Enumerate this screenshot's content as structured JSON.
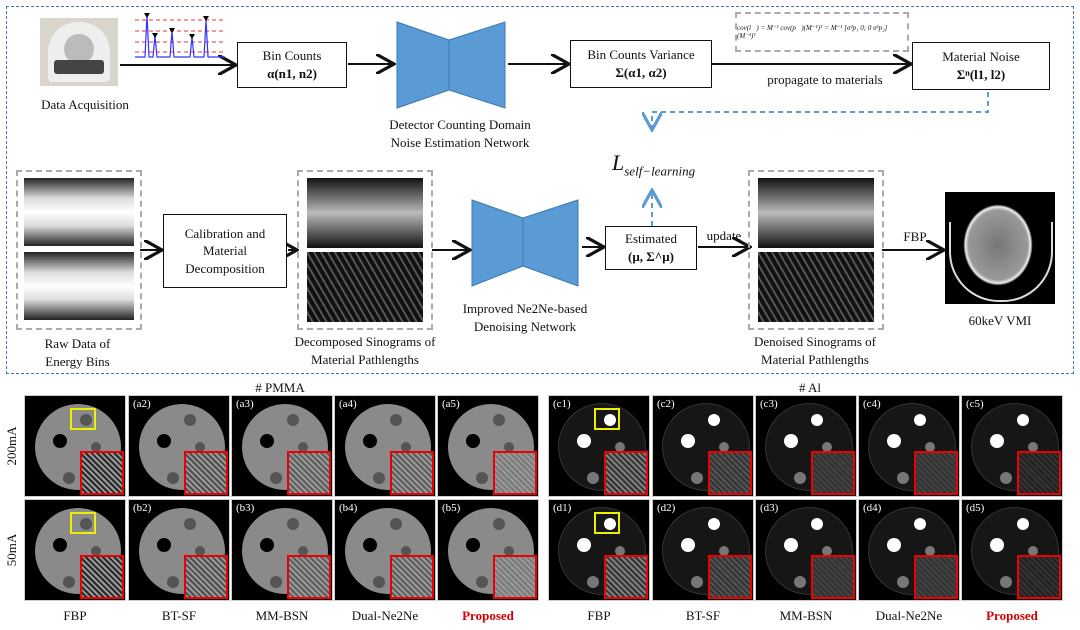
{
  "pipeline": {
    "data_acquisition": "Data Acquisition",
    "bin_counts": {
      "title": "Bin Counts",
      "symbol": "α(n1, n2)"
    },
    "network1": {
      "line1": "Detector Counting Domain",
      "line2": "Noise Estimation Network"
    },
    "bin_counts_variance": {
      "title": "Bin Counts Variance",
      "symbol": "Σ(α1, α2)"
    },
    "formula": "cov(l⃗) = M⁻¹ cov(p⃗)(M⁻¹)ᵀ = M⁻¹ [σ²p₁ 0; 0 σ²p₂] (M⁻¹)ᵀ",
    "propagate": "propagate to materials",
    "material_noise": {
      "title": "Material Noise",
      "symbol": "Σⁿ(l1, l2)"
    },
    "loss": {
      "main": "L",
      "sub": "self−learning"
    },
    "raw_data": {
      "line1": "Raw Data of",
      "line2": "Energy Bins"
    },
    "calibration": {
      "line1": "Calibration and",
      "line2": "Material",
      "line3": "Decomposition"
    },
    "decomposed": {
      "line1": "Decomposed Sinograms of",
      "line2": "Material Pathlengths"
    },
    "network2": {
      "line1": "Improved Ne2Ne-based",
      "line2": "Denoising Network"
    },
    "estimated": {
      "title": "Estimated",
      "symbol": "(μ, Σ^μ)"
    },
    "update": "update",
    "denoised": {
      "line1": "Denoised Sinograms of",
      "line2": "Material Pathlengths"
    },
    "fbp": "FBP",
    "vmi": "60keV VMI"
  },
  "results": {
    "groups": [
      "# PMMA",
      "# Al"
    ],
    "rows": [
      "200mA",
      "50mA"
    ],
    "methods": [
      "FBP",
      "BT-SF",
      "MM-BSN",
      "Dual-Ne2Ne",
      "Proposed"
    ],
    "tags": {
      "pmma": [
        [
          "",
          "(a2)",
          "(a3)",
          "(a4)",
          "(a5)"
        ],
        [
          "",
          "(b2)",
          "(b3)",
          "(b4)",
          "(b5)"
        ]
      ],
      "al": [
        [
          "(c1)",
          "(c2)",
          "(c3)",
          "(c4)",
          "(c5)"
        ],
        [
          "(d1)",
          "(d2)",
          "(d3)",
          "(d4)",
          "(d5)"
        ]
      ]
    },
    "colors": {
      "proposed": "#d40000",
      "frame": "#3b7bbf",
      "network": "#5b9bd5",
      "inset": "#e00000",
      "roi": "#eeee00"
    }
  }
}
